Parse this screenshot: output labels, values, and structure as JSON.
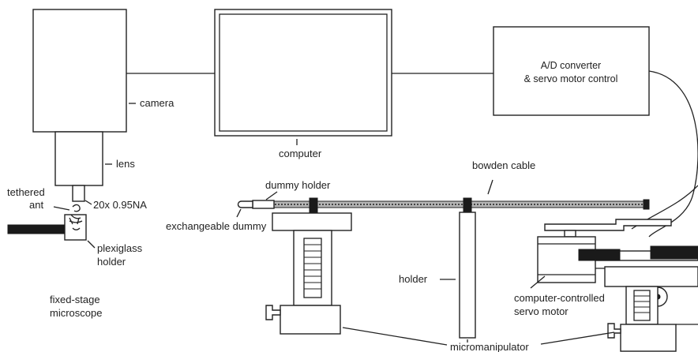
{
  "labels": {
    "camera": "camera",
    "lens": "lens",
    "objective": "20x 0.95NA",
    "tethered_ant_1": "tethered",
    "tethered_ant_2": "ant",
    "plexiglass_holder_1": "plexiglass",
    "plexiglass_holder_2": "holder",
    "microscope_1": "fixed-stage",
    "microscope_2": "microscope",
    "computer": "computer",
    "ad_converter_1": "A/D converter",
    "ad_converter_2": "& servo motor control",
    "bowden_cable": "bowden cable",
    "dummy_holder": "dummy holder",
    "exchangeable_dummy": "exchangeable dummy",
    "holder": "holder",
    "servo_motor_1": "computer-controlled",
    "servo_motor_2": "servo motor",
    "micromanipulator": "micromanipulator"
  },
  "colors": {
    "line": "#222222",
    "fill_dark": "#1a1a1a",
    "background": "#ffffff"
  }
}
